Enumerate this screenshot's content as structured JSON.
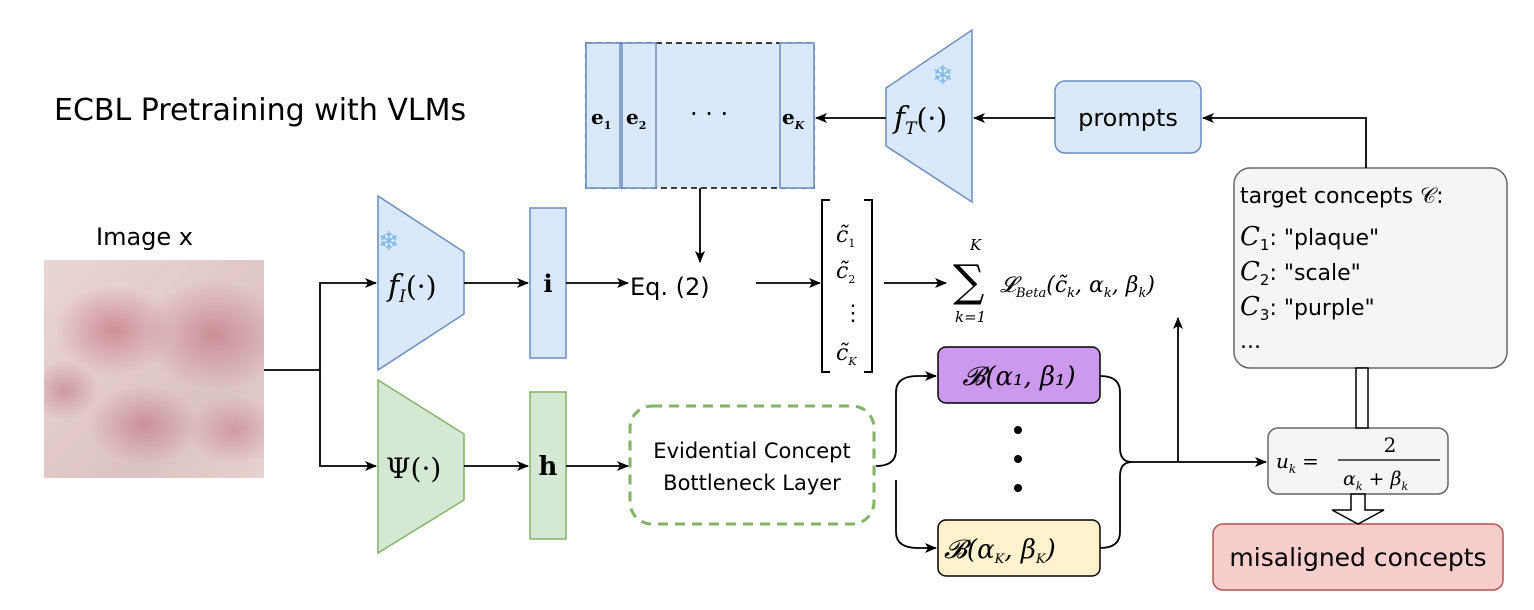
{
  "title": "ECBL Pretraining with VLMs",
  "image_label": "Image x",
  "nodes": {
    "e1": "e",
    "e1_sub": "1",
    "e2": "e",
    "e2_sub": "2",
    "edots": "· · ·",
    "eK": "e",
    "eK_sub": "K",
    "fT": "f",
    "fT_sub": "T",
    "fT_arg": "(·)",
    "prompts": "prompts",
    "fI": "f",
    "fI_sub": "I",
    "fI_arg": "(·)",
    "i_vec": "i",
    "eq": "Eq. (2)",
    "psi": "Ψ(·)",
    "h_vec": "h",
    "ecbl_line1": "Evidential Concept",
    "ecbl_line2": "Bottleneck Layer",
    "beta1": "𝓑(α₁, β₁)",
    "betaK": "𝓑(α",
    "betaK_sub1": "K",
    "betaK_mid": ", β",
    "betaK_sub2": "K",
    "betaK_end": ")",
    "ctilde": [
      "c̃",
      "c̃",
      "⋮",
      "c̃"
    ],
    "ctilde_subs": [
      "1",
      "2",
      "",
      "K"
    ],
    "loss_sum": "∑",
    "loss_top": "K",
    "loss_bottom": "k=1",
    "loss_body": "𝓛",
    "loss_sub": "Beta",
    "loss_args": "(c̃",
    "loss_args_k": "k",
    "loss_args_rest": ", α",
    "loss_args_k2": "k",
    "loss_args_rest2": ", β",
    "loss_args_k3": "k",
    "loss_args_end": ")",
    "uk_lhs": "u",
    "uk_lhs_sub": "k",
    "uk_eq": "=",
    "uk_num": "2",
    "uk_den": "α",
    "uk_den_k": "k",
    "uk_den_mid": " + β",
    "uk_den_k2": "k",
    "misaligned": "misaligned concepts"
  },
  "concepts": {
    "header": "target concepts 𝒞:",
    "items": [
      {
        "label": "C",
        "sub": "1",
        "text": ": \"plaque\""
      },
      {
        "label": "C",
        "sub": "2",
        "text": ": \"scale\""
      },
      {
        "label": "C",
        "sub": "3",
        "text": ": \"purple\""
      }
    ],
    "ellipsis": "..."
  },
  "colors": {
    "blue_fill": "#dae8fc",
    "blue_stroke": "#6c8ebf",
    "green_fill": "#d5e8d4",
    "green_stroke": "#82b366",
    "purple_fill": "#cc99ee",
    "yellow_fill": "#fff2cc",
    "gray_fill": "#f5f5f5",
    "gray_stroke": "#666666",
    "red_fill": "#f8cecc",
    "red_stroke": "#b85450"
  }
}
